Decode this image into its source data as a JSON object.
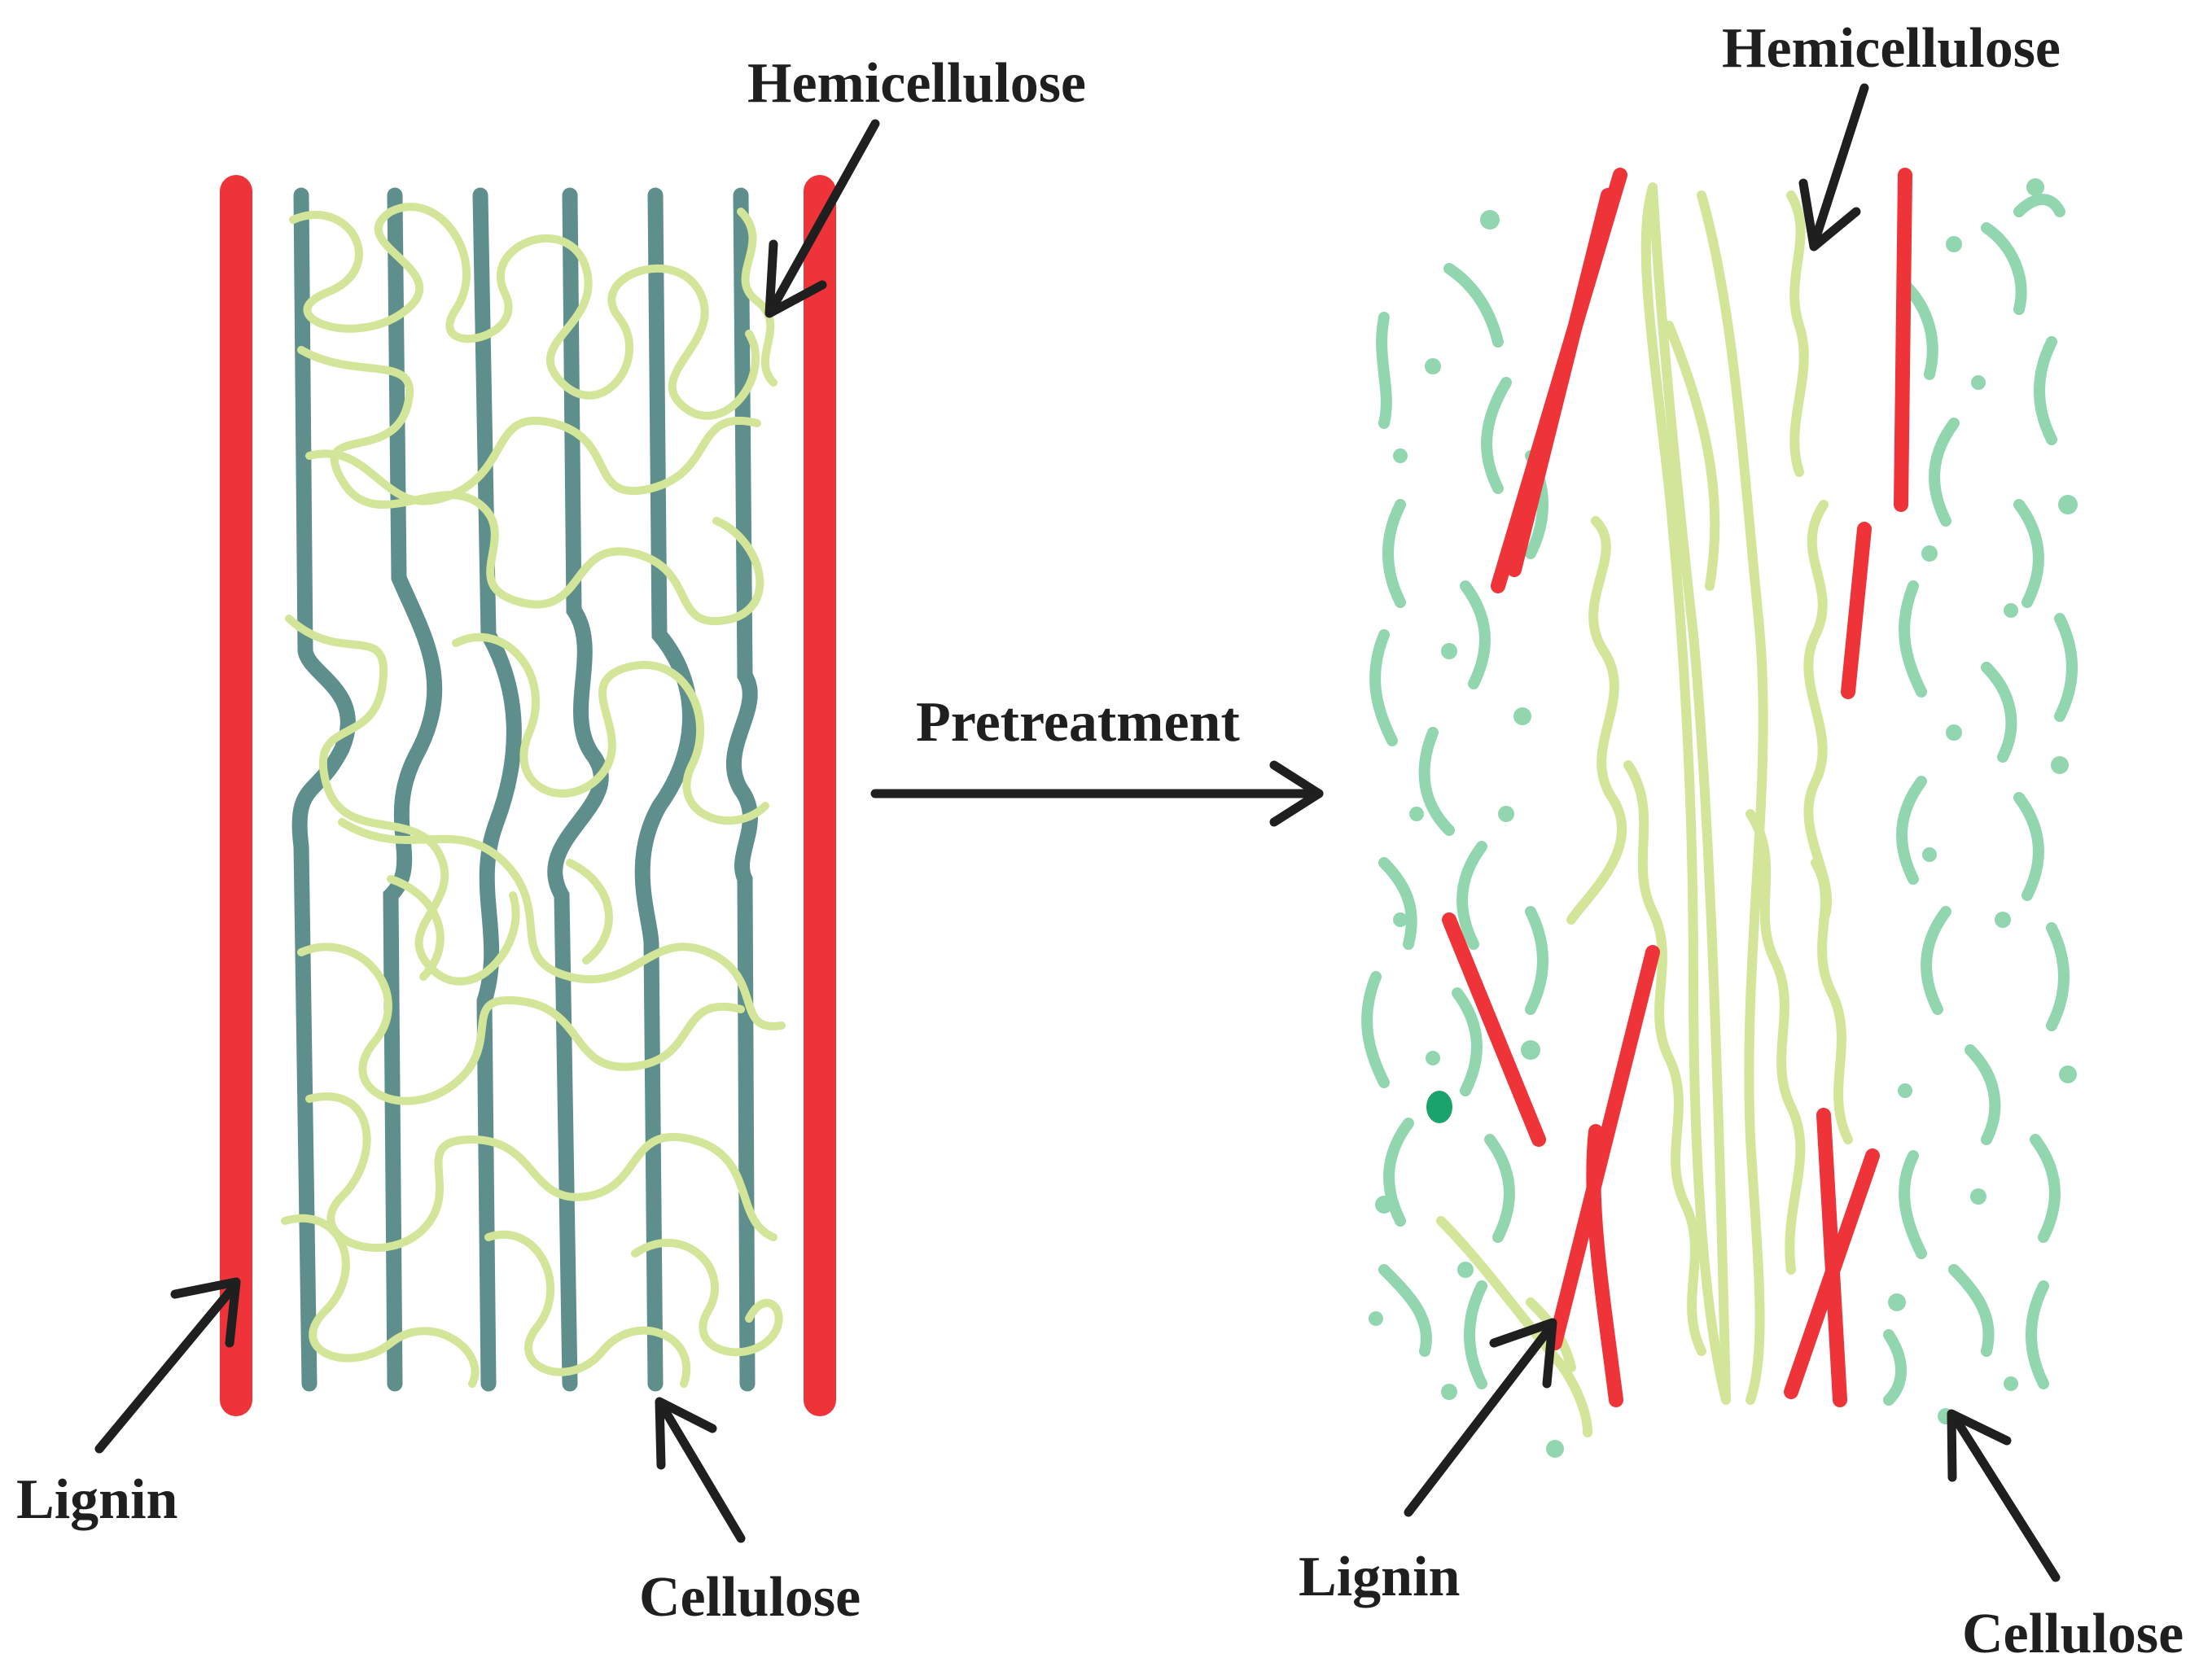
{
  "labels": {
    "before": {
      "hemicellulose": "Hemicellulose",
      "lignin": "Lignin",
      "cellulose": "Cellulose"
    },
    "process": "Pretreatment",
    "after": {
      "hemicellulose": "Hemicellulose",
      "lignin": "Lignin",
      "cellulose": "Cellulose"
    }
  },
  "colors": {
    "lignin": "#ee3339",
    "cellulose_fiber": "#5f8f8c",
    "hemicellulose": "#d2e598",
    "cellulose_fragment": "#92d6b0",
    "arrow": "#1f1f1f"
  }
}
